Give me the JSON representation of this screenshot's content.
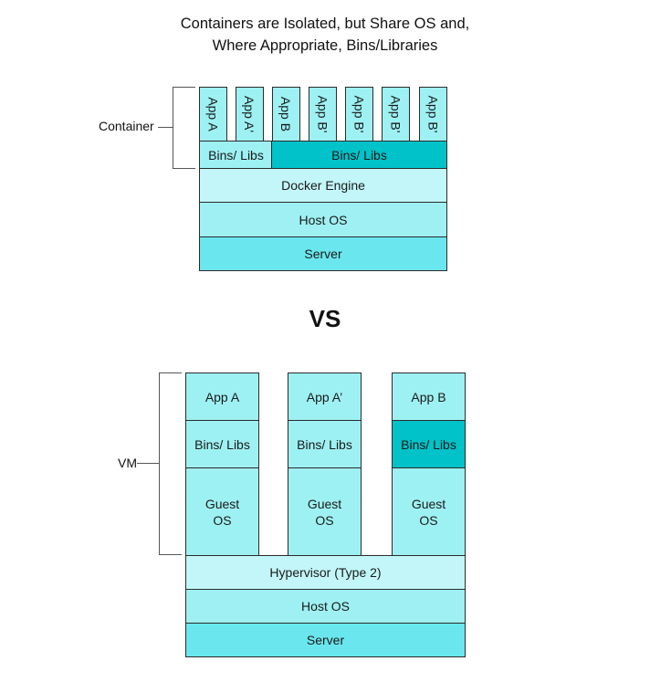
{
  "title": {
    "line1": "Containers are Isolated, but Share OS and,",
    "line2": "Where Appropriate, Bins/Libraries"
  },
  "container_diagram": {
    "bracket_label": "Container",
    "apps": [
      "App A",
      "App A'",
      "App B",
      "App B'",
      "App B'",
      "App B'",
      "App B'"
    ],
    "bins_left": "Bins/ Libs",
    "bins_right": "Bins/ Libs",
    "docker_engine": "Docker Engine",
    "host_os": "Host OS",
    "server": "Server"
  },
  "vs_label": "VS",
  "vm_diagram": {
    "bracket_label": "VM",
    "vms": [
      {
        "app": "App A",
        "bins": "Bins/ Libs",
        "guest_os_line1": "Guest",
        "guest_os_line2": "OS"
      },
      {
        "app": "App A’",
        "bins": "Bins/ Libs",
        "guest_os_line1": "Guest",
        "guest_os_line2": "OS"
      },
      {
        "app": "App B",
        "bins": "Bins/ Libs",
        "guest_os_line1": "Guest",
        "guest_os_line2": "OS"
      }
    ],
    "hypervisor": "Hypervisor (Type 2)",
    "host_os": "Host OS",
    "server": "Server"
  },
  "colors": {
    "light": "#c2f6f8",
    "mid": "#9ff0f2",
    "server": "#6ae6ee",
    "shared_dark": "#00c2c8",
    "border": "#2b2b2b"
  }
}
